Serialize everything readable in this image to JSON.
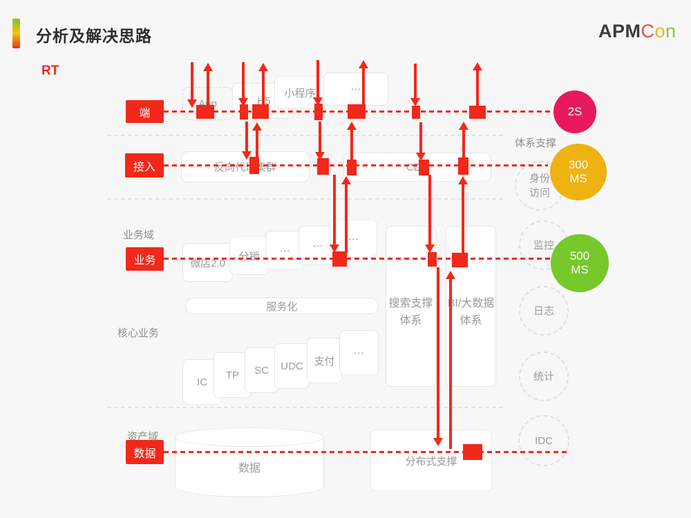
{
  "header": {
    "title": "分析及解决思路",
    "logo_apm": "APM",
    "logo_c": "C",
    "logo_o": "o",
    "logo_n": "n"
  },
  "rt_label": "RT",
  "layers": {
    "client": "端",
    "access": "接入",
    "business": "业务",
    "data": "数据"
  },
  "zones": {
    "business_domain": "业务域",
    "core_business": "核心业务",
    "asset_domain": "资产域"
  },
  "client_tier": {
    "app": "App",
    "h5": "H5",
    "mini_program": "小程序",
    "more": "⋯"
  },
  "access_tier": {
    "reverse_proxy": "反向代理集群",
    "cdn": "CDN"
  },
  "business_tier": {
    "weidian": "微店2.0",
    "distribution": "分销",
    "more1": "⋯",
    "more2": "⋯",
    "more3": "⋯",
    "servicization": "服务化",
    "search_support": "搜索支撑体系",
    "bi_bigdata": "BI/大数据体系"
  },
  "core_tier": {
    "ic": "IC",
    "tp": "TP",
    "sc": "SC",
    "udc": "UDC",
    "payment": "支付",
    "more": "⋯"
  },
  "data_tier": {
    "database": "数据",
    "distributed_support": "分布式支撑"
  },
  "support_panel": {
    "heading": "体系支撑",
    "items": [
      "身份访问",
      "监控",
      "日志",
      "统计",
      "IDC"
    ]
  },
  "metrics": {
    "client_rt": "2S",
    "access_rt": "300 MS",
    "business_rt": "500 MS"
  },
  "colors": {
    "red": "#f2281a",
    "pink": "#e8195c",
    "orange": "#eeb211",
    "green": "#76c82b"
  }
}
